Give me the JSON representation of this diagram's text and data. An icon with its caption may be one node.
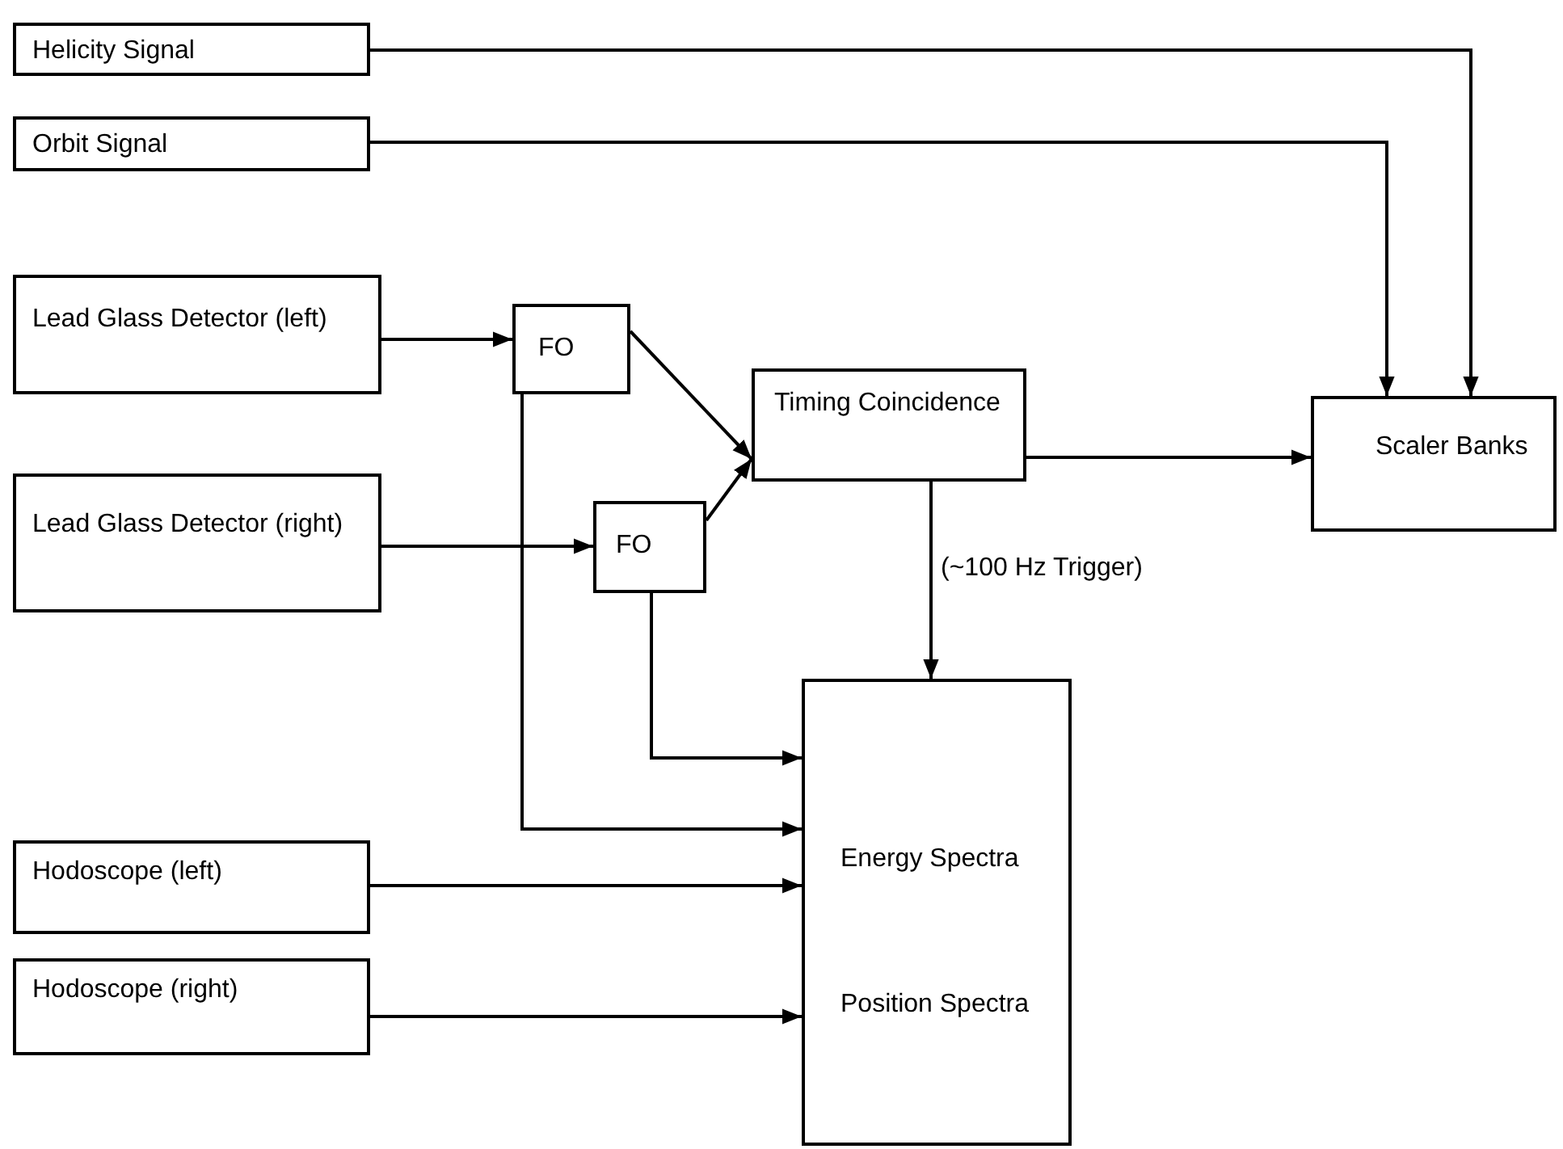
{
  "diagram": {
    "nodes": [
      {
        "text": [
          "Helicity Signal"
        ]
      },
      {
        "text": [
          "Orbit Signal"
        ]
      },
      {
        "text": [
          "Lead Glass Detector (left)"
        ]
      },
      {
        "text": [
          "FO"
        ]
      },
      {
        "text": [
          "Timing Coincidence"
        ]
      },
      {
        "text": [
          "Scaler Banks"
        ]
      },
      {
        "text": [
          "Lead Glass Detector (right)"
        ]
      },
      {
        "text": [
          "FO"
        ]
      },
      {
        "text": [
          "Energy Spectra",
          "Position Spectra"
        ]
      },
      {
        "text": [
          "Hodoscope (left)"
        ]
      },
      {
        "text": [
          "Hodoscope (right)"
        ]
      }
    ],
    "edges": [
      {
        "from": 0,
        "to": 5,
        "arrow": "to"
      },
      {
        "from": 1,
        "to": 5,
        "arrow": "to"
      },
      {
        "from": 2,
        "to": 3,
        "arrow": "to"
      },
      {
        "from": 3,
        "to": 4,
        "arrow": "to"
      },
      {
        "from": 7,
        "to": 4,
        "arrow": "to"
      },
      {
        "from": 6,
        "to": 7,
        "arrow": "to"
      },
      {
        "from": 4,
        "to": 5,
        "arrow": "to"
      },
      {
        "from": 4,
        "to": 8,
        "arrow": "to",
        "label": "(~100 Hz Trigger)"
      },
      {
        "from": 3,
        "to": 8,
        "arrow": "to"
      },
      {
        "from": 7,
        "to": 8,
        "arrow": "to"
      },
      {
        "from": 9,
        "to": 8,
        "arrow": "to"
      },
      {
        "from": 10,
        "to": 8,
        "arrow": "to"
      }
    ]
  }
}
